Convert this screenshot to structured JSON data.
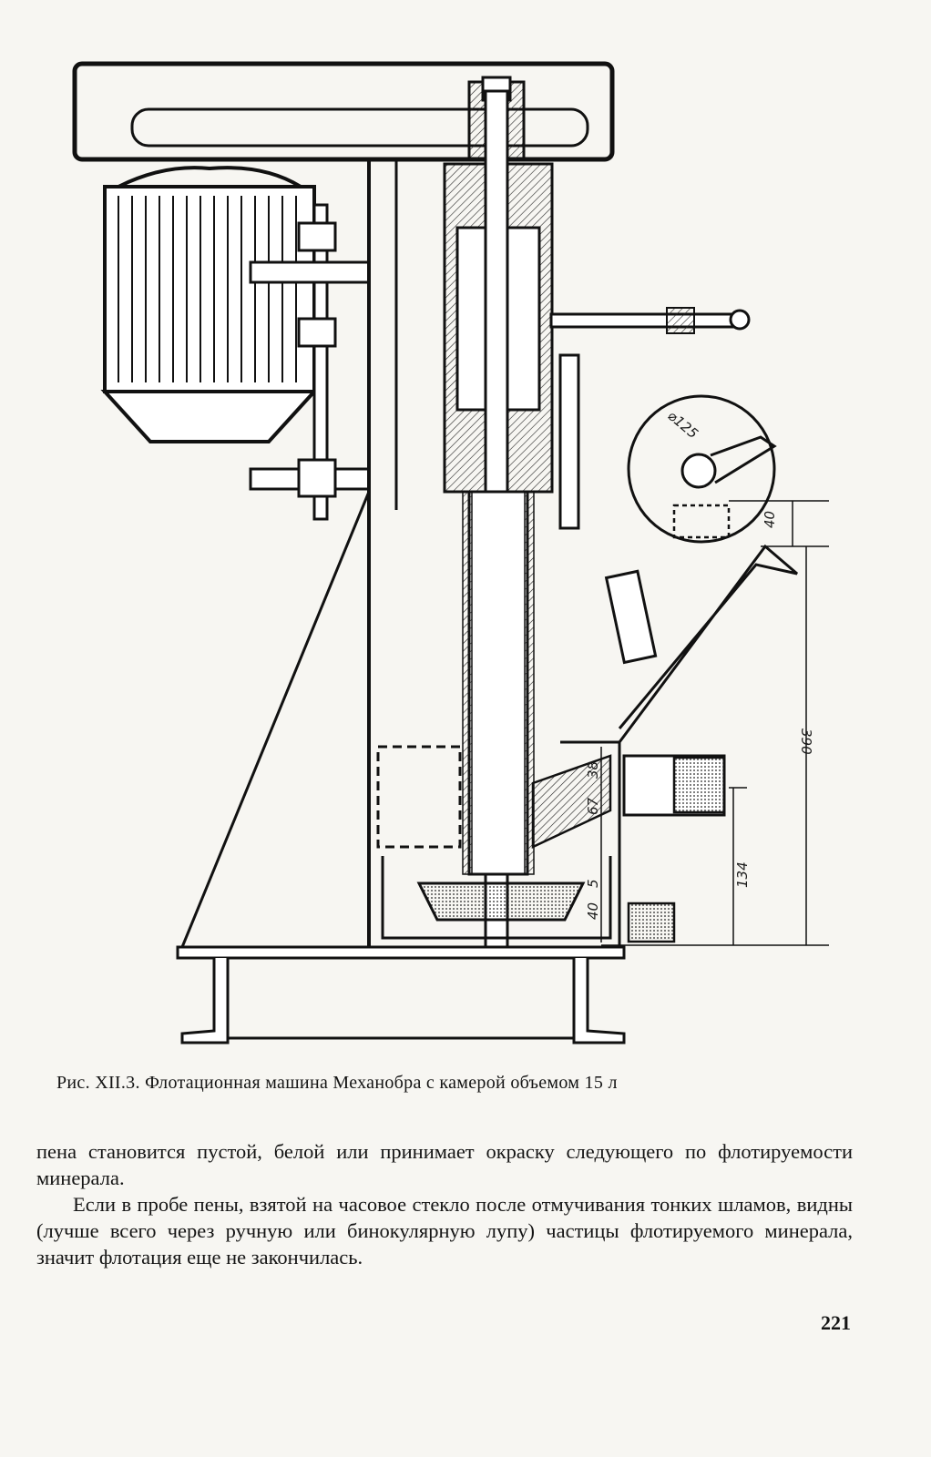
{
  "figure": {
    "dimensions": {
      "d125": "⌀125",
      "d40a": "40",
      "d38": "38",
      "d67": "67",
      "d5": "5",
      "d40b": "40",
      "d134": "134",
      "d390": "390"
    }
  },
  "caption": "Рис. XII.3. Флотационная машина Механобра с камерой объемом 15 л",
  "paragraphs": [
    "пена становится пустой, белой или принимает окраску следующего по флотируемости минерала.",
    "Если в пробе пены, взятой на часовое стекло после отмучивания тонких шламов, видны (лучше всего через ручную или бинокулярную лупу) частицы флотируемого минерала, значит флотация еще не закончилась."
  ],
  "page_number": "221"
}
